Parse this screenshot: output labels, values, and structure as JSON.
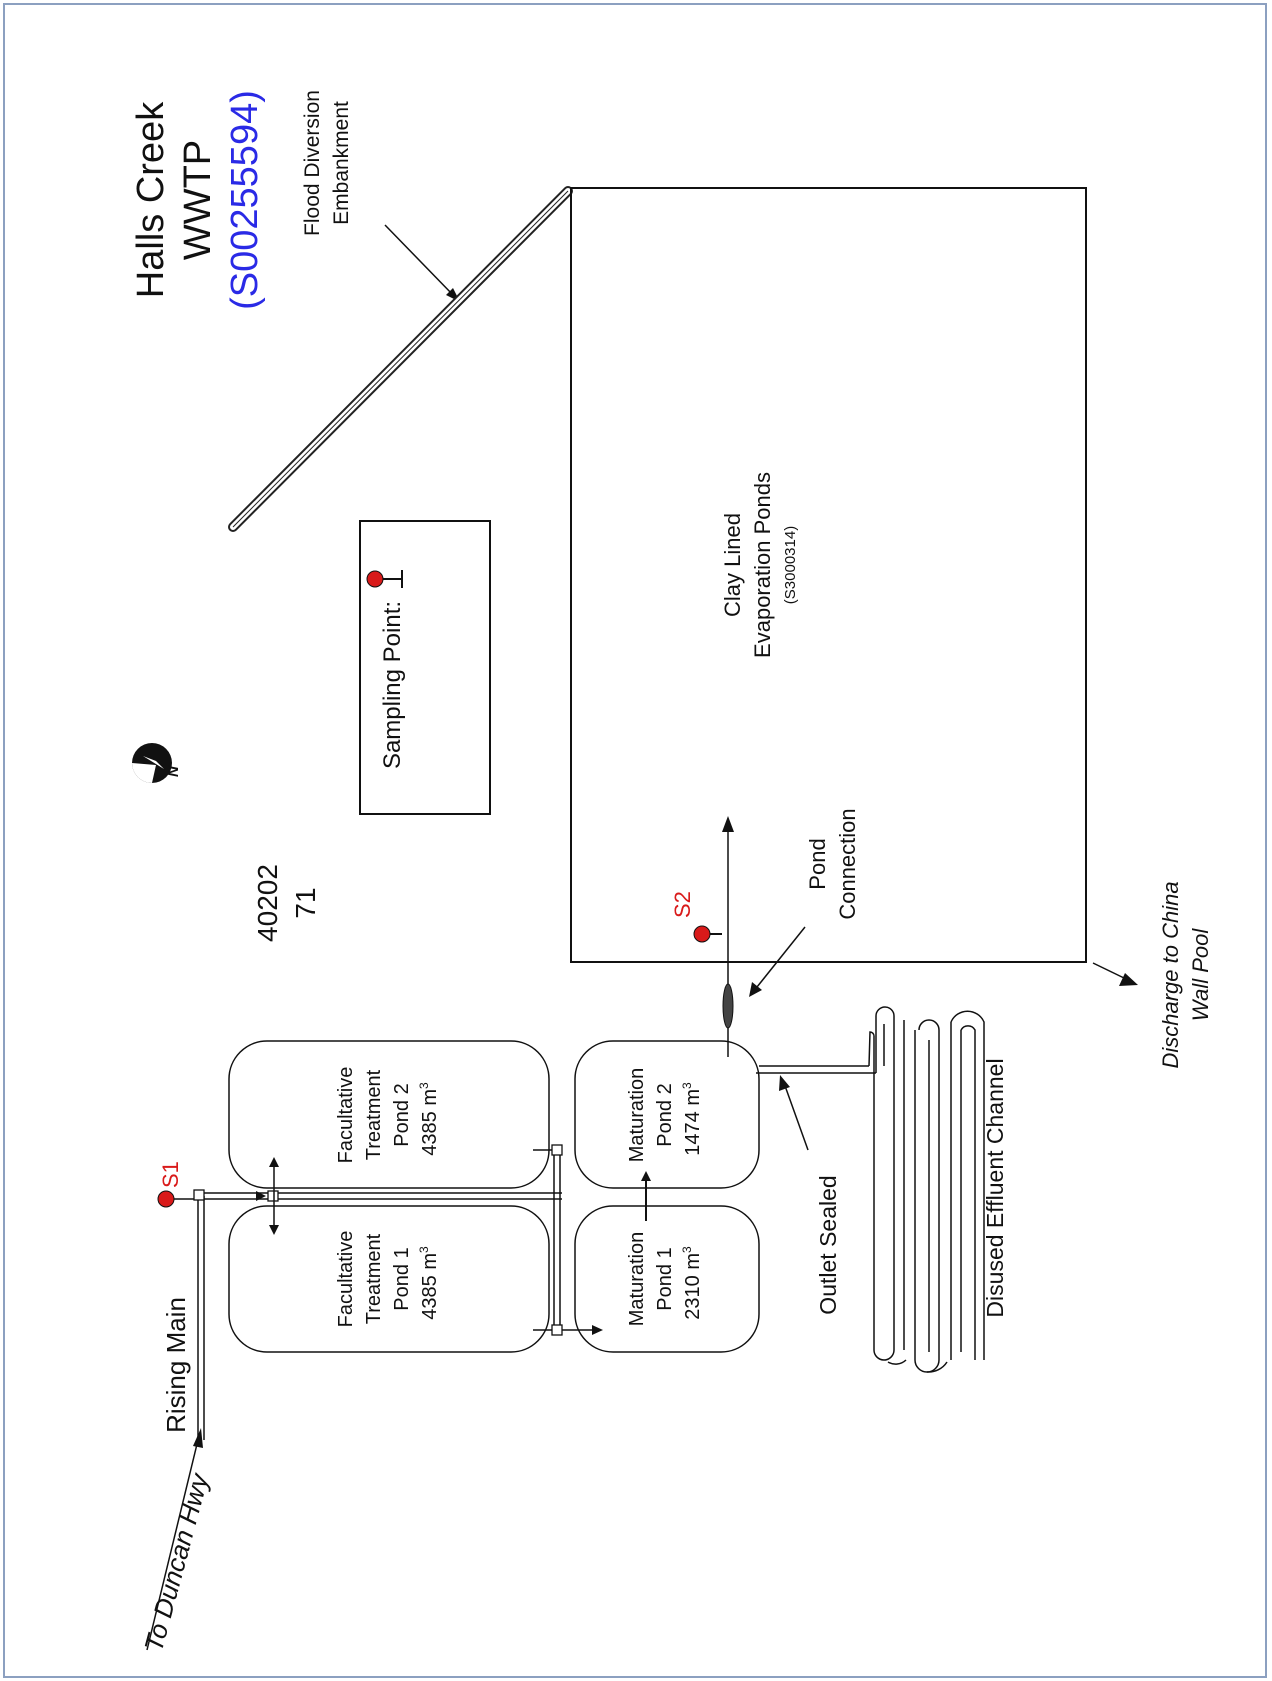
{
  "title": {
    "line1": "Halls Creek",
    "line2": "WWTP",
    "code": "(S00255594)"
  },
  "id_number": {
    "line1": "40202",
    "line2": "71"
  },
  "north_label": "N",
  "legend": {
    "label": "Sampling Point:"
  },
  "labels": {
    "flood_line1": "Flood Diversion",
    "flood_line2": "Embankment",
    "evap_line1": "Clay Lined",
    "evap_line2": "Evaporation Ponds",
    "evap_code": "(S3000314)",
    "pond_conn_line1": "Pond",
    "pond_conn_line2": "Connection",
    "discharge_line1": "Discharge to China",
    "discharge_line2": "Wall Pool",
    "rising_main": "Rising Main",
    "to_duncan": "To Duncan Hwy",
    "outlet_sealed": "Outlet Sealed",
    "disused_channel": "Disused Effluent Channel"
  },
  "ponds": {
    "fac1": {
      "l1": "Facultative",
      "l2": "Treatment",
      "l3": "Pond 1",
      "vol": "4385 m",
      "sup": "3"
    },
    "fac2": {
      "l1": "Facultative",
      "l2": "Treatment",
      "l3": "Pond 2",
      "vol": "4385 m",
      "sup": "3"
    },
    "mat1": {
      "l1": "Maturation",
      "l2": "Pond 1",
      "vol": "2310 m",
      "sup": "3"
    },
    "mat2": {
      "l1": "Maturation",
      "l2": "Pond 2",
      "vol": "1474 m",
      "sup": "3"
    }
  },
  "sampling_points": {
    "s1": "S1",
    "s2": "S2"
  },
  "colors": {
    "sample_red": "#d91a1a",
    "code_blue": "#2a2ae6",
    "frame": "#8ca0c0"
  }
}
